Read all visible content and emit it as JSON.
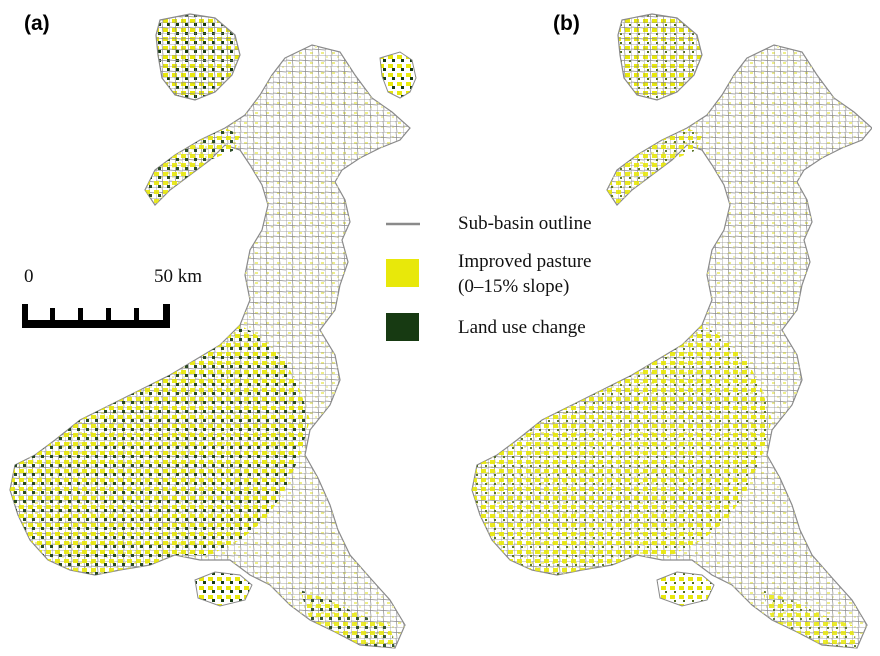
{
  "panels": {
    "a_label": "(a)",
    "b_label": "(b)"
  },
  "scale_bar": {
    "start": "0",
    "end": "50 km"
  },
  "legend": {
    "outline_label": "Sub-basin outline",
    "pasture_label_line1": "Improved pasture",
    "pasture_label_line2": "(0–15% slope)",
    "change_label": "Land use change"
  },
  "colors": {
    "outline": "#8a8a8a",
    "pasture": "#e8e80a",
    "change": "#173a12",
    "background": "#ffffff"
  }
}
